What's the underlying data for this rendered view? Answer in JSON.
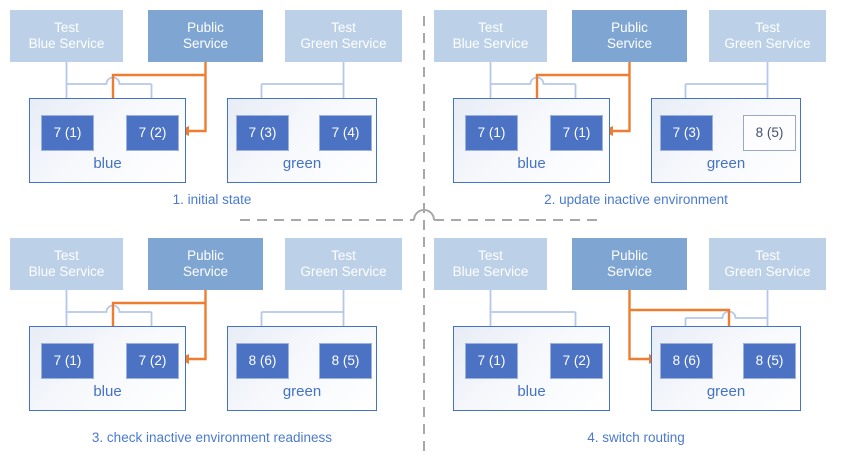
{
  "services": {
    "test_blue": {
      "line1": "Test",
      "line2": "Blue Service"
    },
    "public": {
      "line1": "Public",
      "line2": "Service"
    },
    "test_green": {
      "line1": "Test",
      "line2": "Green Service"
    }
  },
  "panels": [
    {
      "title": "1. initial state",
      "blue_env": {
        "label": "blue",
        "pods": [
          {
            "label": "7 (1)",
            "style": "solid"
          },
          {
            "label": "7 (2)",
            "style": "solid"
          }
        ]
      },
      "green_env": {
        "label": "green",
        "pods": [
          {
            "label": "7 (3)",
            "style": "solid"
          },
          {
            "label": "7 (4)",
            "style": "solid"
          }
        ]
      }
    },
    {
      "title": "2. update inactive environment",
      "blue_env": {
        "label": "blue",
        "pods": [
          {
            "label": "7 (1)",
            "style": "solid"
          },
          {
            "label": "7 (1)",
            "style": "solid"
          }
        ]
      },
      "green_env": {
        "label": "green",
        "pods": [
          {
            "label": "7 (3)",
            "style": "solid"
          },
          {
            "label": "8 (5)",
            "style": "outline"
          }
        ]
      }
    },
    {
      "title": "3. check inactive environment readiness",
      "blue_env": {
        "label": "blue",
        "pods": [
          {
            "label": "7 (1)",
            "style": "solid"
          },
          {
            "label": "7 (2)",
            "style": "solid"
          }
        ]
      },
      "green_env": {
        "label": "green",
        "pods": [
          {
            "label": "8 (6)",
            "style": "solid"
          },
          {
            "label": "8 (5)",
            "style": "solid"
          }
        ]
      }
    },
    {
      "title": "4. switch routing",
      "blue_env": {
        "label": "blue",
        "pods": [
          {
            "label": "7 (1)",
            "style": "solid"
          },
          {
            "label": "7 (2)",
            "style": "solid"
          }
        ]
      },
      "green_env": {
        "label": "green",
        "pods": [
          {
            "label": "8 (6)",
            "style": "solid"
          },
          {
            "label": "8 (5)",
            "style": "solid"
          }
        ]
      }
    }
  ],
  "colors": {
    "accent_blue": "#4472c4",
    "pod_fill": "#4c72c4",
    "public_service_fill": "#7fa5d3",
    "test_service_fill": "#bcd0e8",
    "connector_light_blue": "#b6c8e8",
    "connector_orange": "#ed7d31",
    "divider_gray": "#a8a8a8",
    "outline_pod_border": "#97a9c4",
    "outline_pod_text": "#44546a",
    "title_text": "#4a7ad0"
  }
}
